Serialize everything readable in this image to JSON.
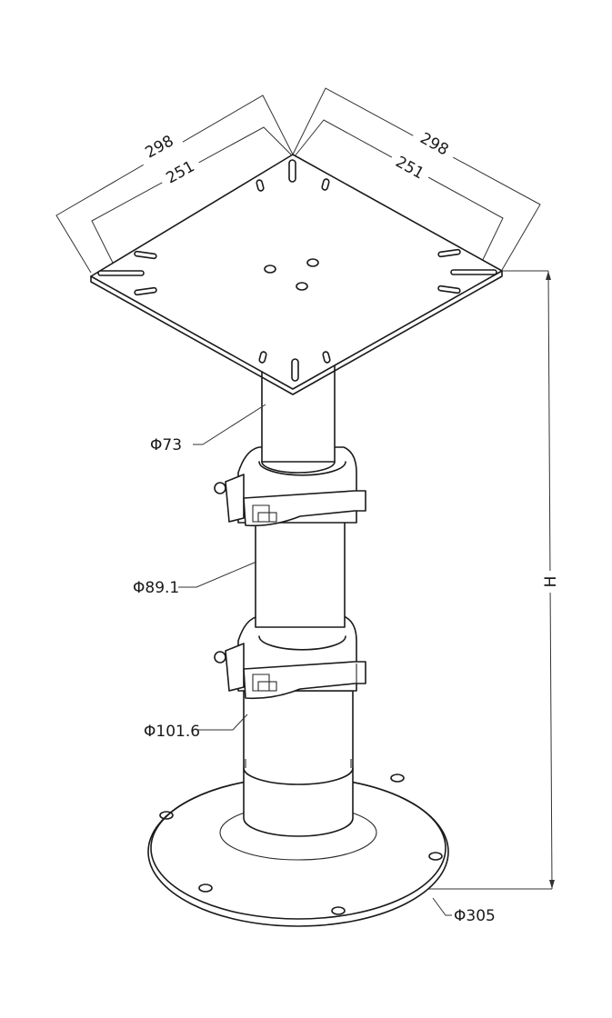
{
  "drawing": {
    "subject": "Adjustable pedestal table base",
    "view": "isometric line drawing"
  },
  "dimensions": {
    "plate_outer_left": "298",
    "plate_inner_left": "251",
    "plate_outer_right": "298",
    "plate_inner_right": "251",
    "upper_tube_diameter": "Φ73",
    "middle_tube_diameter": "Φ89.1",
    "lower_tube_diameter": "Φ101.6",
    "base_diameter": "Φ305",
    "height": "H"
  },
  "components": [
    {
      "name": "top-mounting-plate",
      "description": "square plate with slotted holes"
    },
    {
      "name": "upper-tube"
    },
    {
      "name": "upper-clamp-lever"
    },
    {
      "name": "middle-tube"
    },
    {
      "name": "lower-clamp-lever"
    },
    {
      "name": "lower-tube"
    },
    {
      "name": "round-base-plate",
      "description": "flange with 6 mounting holes"
    }
  ],
  "colors": {
    "line": "#1a1a1a",
    "background": "#ffffff"
  }
}
